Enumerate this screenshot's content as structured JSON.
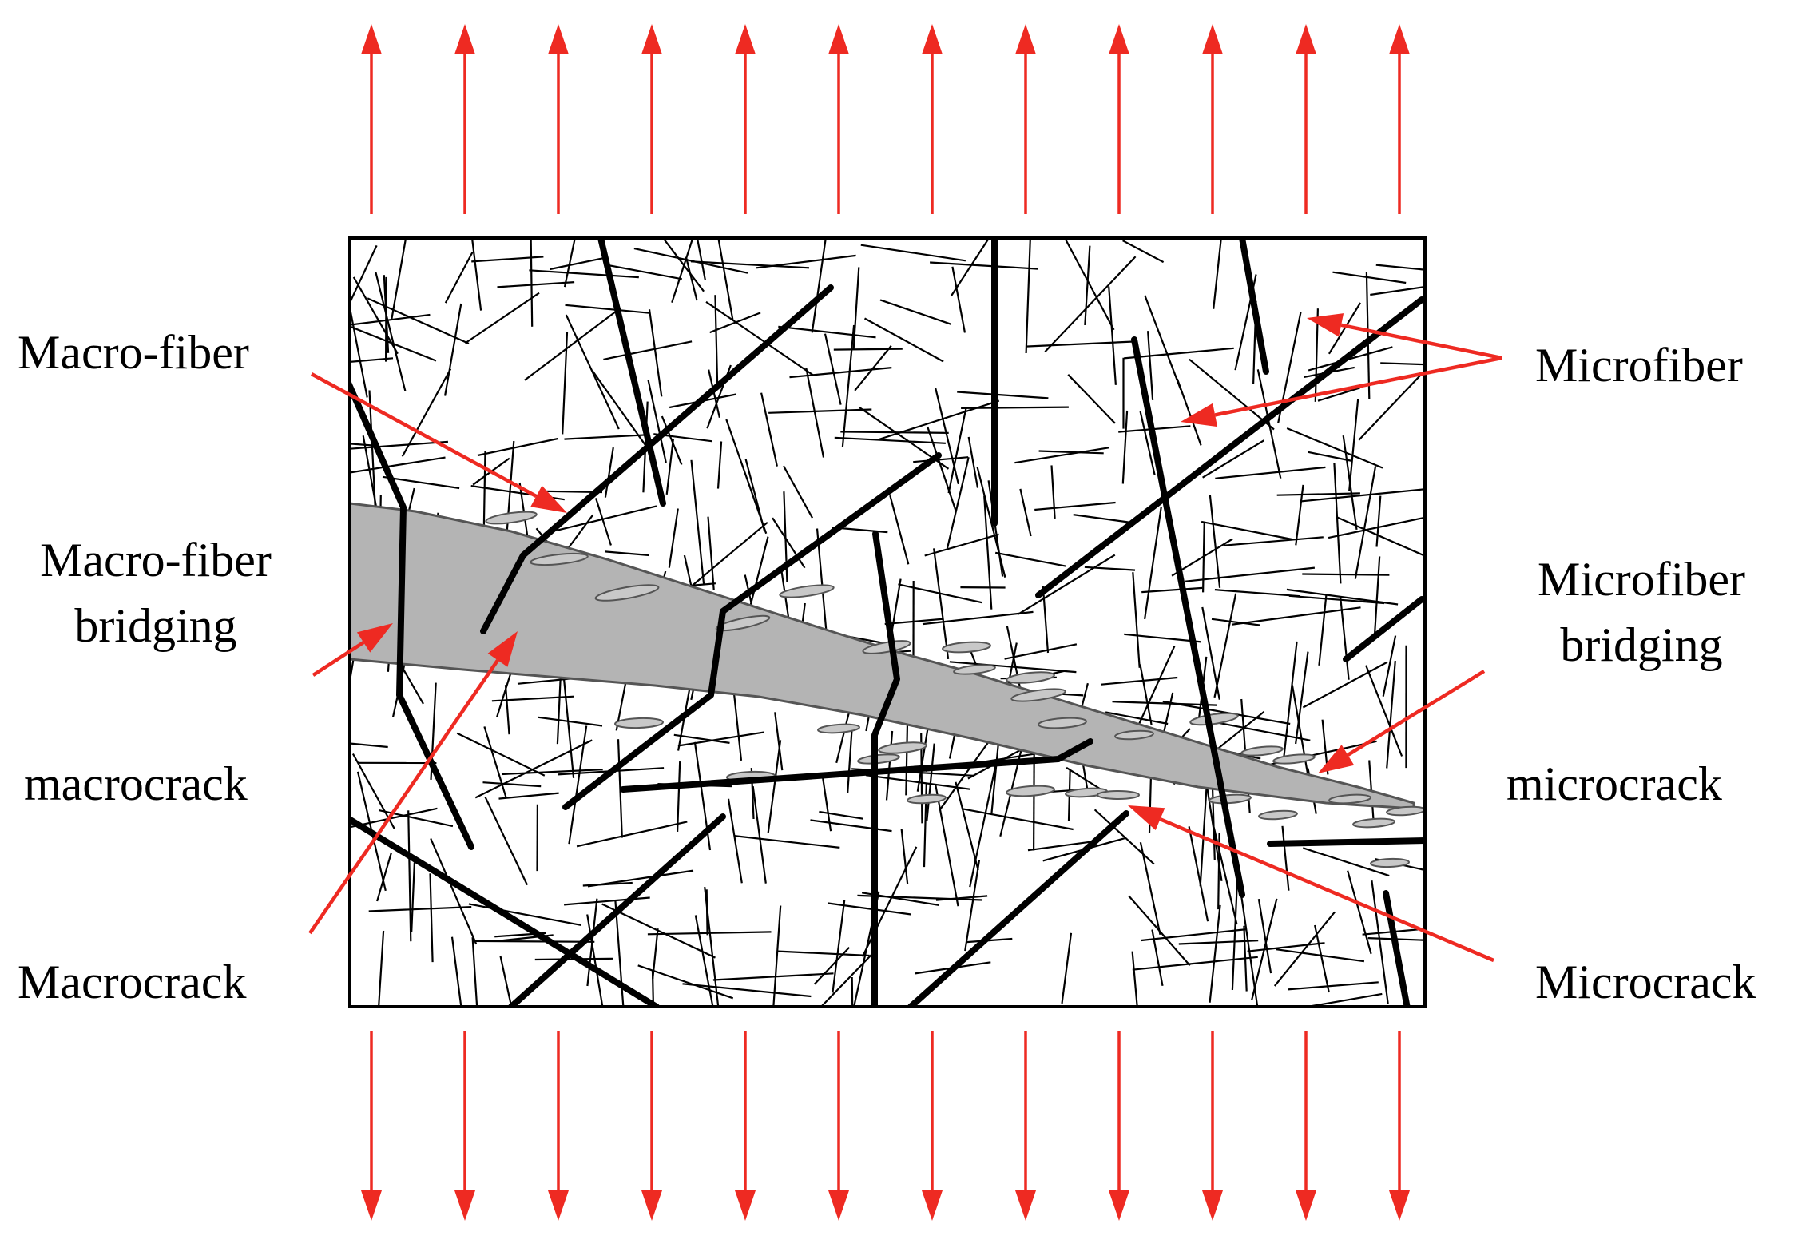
{
  "colors": {
    "arrow": "#ee2a22",
    "fiber": "#000000",
    "crack_fill": "#b4b4b4",
    "specimen_border": "#000000",
    "background": "#ffffff"
  },
  "labels": {
    "macro_fiber": "Macro-fiber",
    "macro_fiber_bridging_line1": "Macro-fiber",
    "macro_fiber_bridging_line2": "bridging",
    "macrocrack_lower": "macrocrack",
    "macrocrack_upper": "Macrocrack",
    "microfiber": "Microfiber",
    "microfiber_bridging_line1": "Microfiber",
    "microfiber_bridging_line2": "bridging",
    "microcrack_lower": "microcrack",
    "microcrack_upper": "Microcrack"
  },
  "loading": {
    "direction": "uniaxial tension",
    "arrow_count_top": 12,
    "arrow_count_bottom": 12
  }
}
